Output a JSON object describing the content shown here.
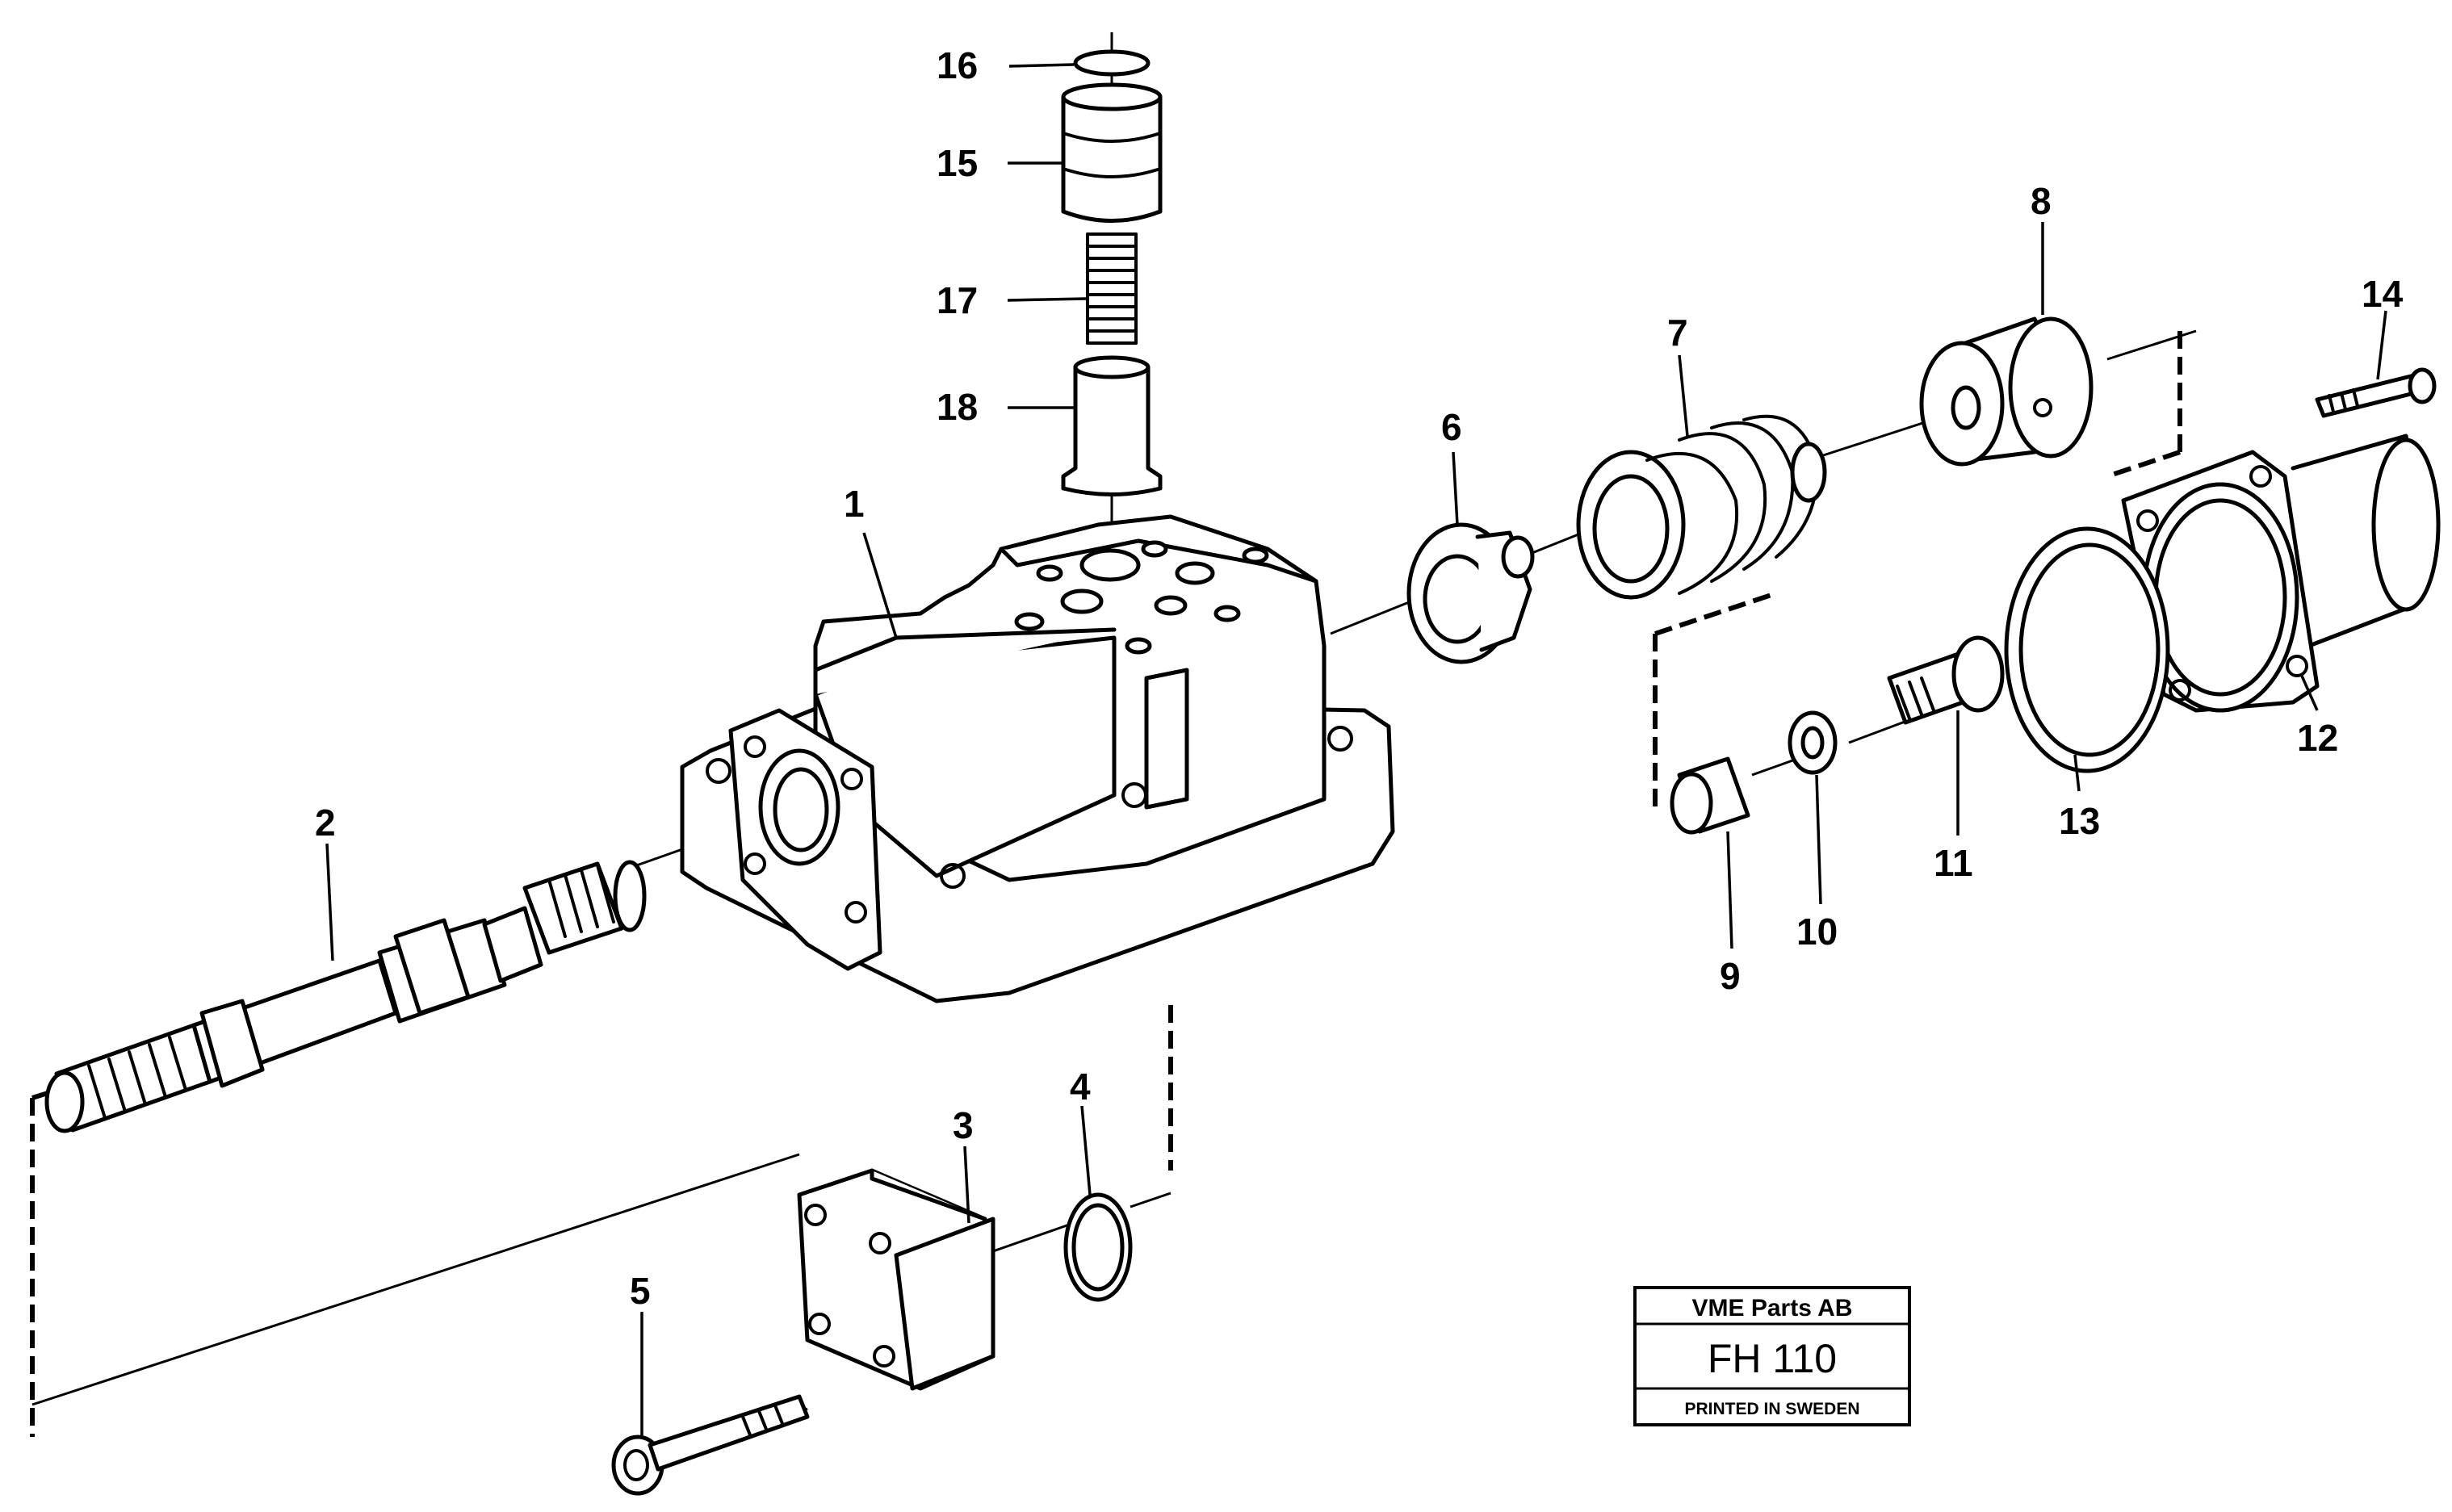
{
  "callouts": {
    "c1": "1",
    "c2": "2",
    "c3": "3",
    "c4": "4",
    "c5": "5",
    "c6": "6",
    "c7": "7",
    "c8": "8",
    "c9": "9",
    "c10": "10",
    "c11": "11",
    "c12": "12",
    "c13": "13",
    "c14": "14",
    "c15": "15",
    "c16": "16",
    "c17": "17",
    "c18": "18"
  },
  "stamp": {
    "company": "VME Parts AB",
    "code": "FH 110",
    "printed": "PRINTED IN SWEDEN"
  }
}
